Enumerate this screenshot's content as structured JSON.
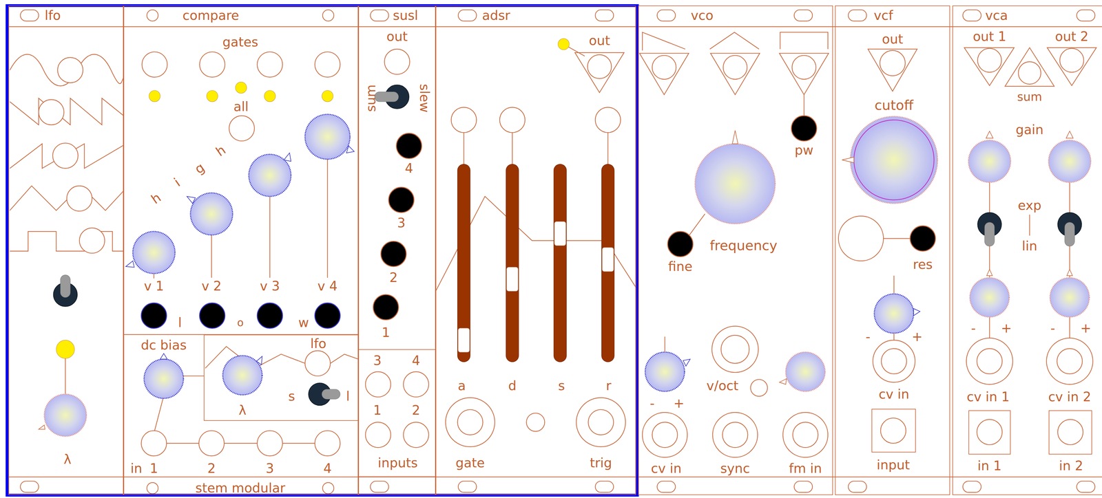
{
  "diagram": {
    "nodes": [
      {
        "text": [
          "lfo"
        ]
      },
      {
        "text": [
          "compare"
        ]
      },
      {
        "text": [
          "lfo"
        ],
        "in": 1
      },
      {
        "text": [
          "susl"
        ]
      },
      {
        "text": [
          "inputs"
        ],
        "in": 3
      },
      {
        "text": [
          "adsr"
        ]
      },
      {
        "text": [
          "vco"
        ]
      },
      {
        "text": [
          "vcf"
        ]
      },
      {
        "text": [
          "input"
        ],
        "in": 7
      },
      {
        "text": [
          "vca"
        ]
      },
      {
        "text": [
          "in 1"
        ],
        "in": 9
      },
      {
        "text": [
          "in 2"
        ],
        "in": 9
      }
    ],
    "labels": [
      "λ",
      "gates",
      "all",
      "h",
      "i",
      "g",
      "h",
      "v 1",
      "v 2",
      "v 3",
      "v 4",
      "l",
      "o",
      "w",
      "dc bias",
      "λ",
      "s",
      "l",
      "in",
      "1",
      "2",
      "3",
      "4",
      "stem modular",
      "out",
      "sum",
      "slew",
      "4",
      "3",
      "2",
      "1",
      "3",
      "4",
      "1",
      "2",
      "out",
      "a",
      "d",
      "s",
      "r",
      "gate",
      "trig",
      "pw",
      "fine",
      "frequency",
      "-",
      "+",
      "v/oct",
      "cv in",
      "sync",
      "fm in",
      "out",
      "cutoff",
      "res",
      "-",
      "+",
      "cv in",
      "out 1",
      "sum",
      "out 2",
      "gain",
      "exp",
      "lin",
      "-",
      "+",
      "-",
      "+",
      "cv in 1",
      "cv in 2"
    ]
  }
}
